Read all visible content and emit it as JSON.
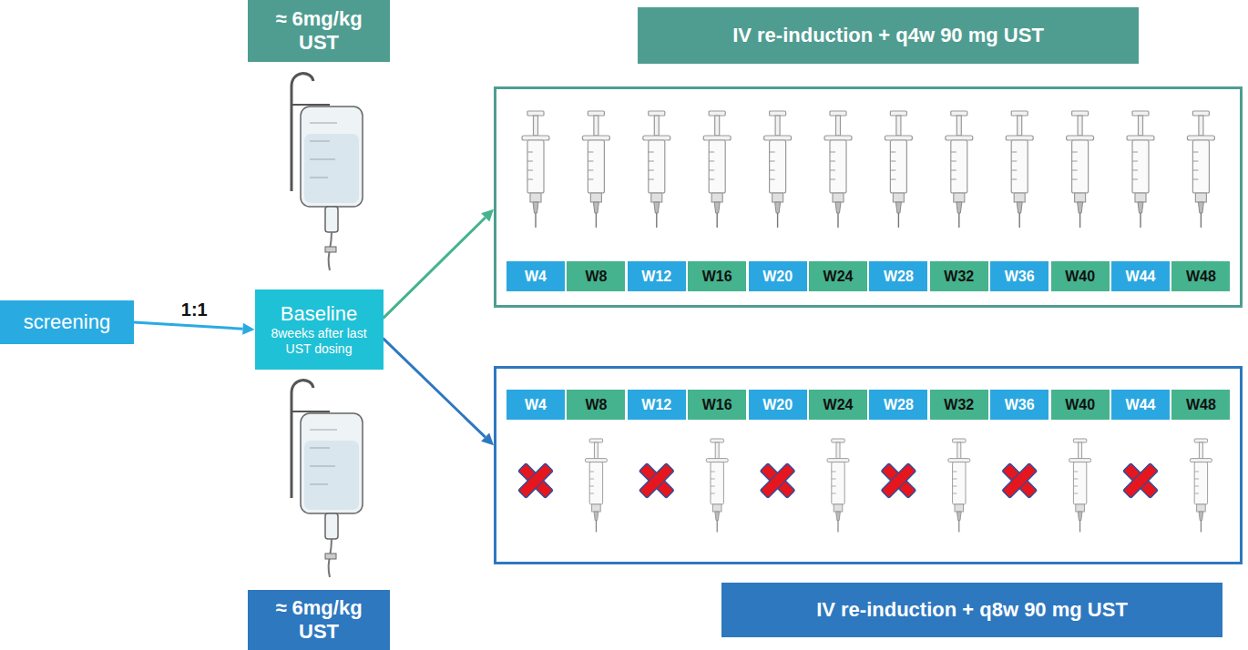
{
  "diagram": {
    "nodes": [
      {
        "text": [
          "≈ 6mg/kg UST"
        ]
      },
      {
        "text": [
          "IV re-induction + q4w 90 mg UST"
        ]
      },
      {
        "text": [
          "W4"
        ],
        "in": 1
      },
      {
        "text": [
          "W8"
        ],
        "in": 1
      },
      {
        "text": [
          "W12"
        ],
        "in": 1
      },
      {
        "text": [
          "W16"
        ],
        "in": 1
      },
      {
        "text": [
          "W20"
        ],
        "in": 1
      },
      {
        "text": [
          "W24"
        ],
        "in": 1
      },
      {
        "text": [
          "W28"
        ],
        "in": 1
      },
      {
        "text": [
          "W32"
        ],
        "in": 1
      },
      {
        "text": [
          "W36"
        ],
        "in": 1
      },
      {
        "text": [
          "W40"
        ],
        "in": 1
      },
      {
        "text": [
          "W44"
        ],
        "in": 1
      },
      {
        "text": [
          "W48"
        ],
        "in": 1
      },
      {
        "text": [
          "screening"
        ]
      },
      {
        "text": [
          "Baseline",
          "8weeks after last UST dosing"
        ]
      },
      {
        "text": [
          "IV re-induction + q8w 90 mg UST"
        ]
      },
      {
        "text": [
          "W4"
        ],
        "in": 16
      },
      {
        "text": [
          "W8"
        ],
        "in": 16
      },
      {
        "text": [
          "W12"
        ],
        "in": 16
      },
      {
        "text": [
          "W16"
        ],
        "in": 16
      },
      {
        "text": [
          "W20"
        ],
        "in": 16
      },
      {
        "text": [
          "W24"
        ],
        "in": 16
      },
      {
        "text": [
          "W28"
        ],
        "in": 16
      },
      {
        "text": [
          "W32"
        ],
        "in": 16
      },
      {
        "text": [
          "W36"
        ],
        "in": 16
      },
      {
        "text": [
          "W40"
        ],
        "in": 16
      },
      {
        "text": [
          "W44"
        ],
        "in": 16
      },
      {
        "text": [
          "W48"
        ],
        "in": 16
      },
      {
        "text": [
          "≈ 6mg/kg UST"
        ]
      }
    ],
    "edges": [
      {
        "from": 14,
        "to": 15,
        "label": "1:1",
        "arrow": "to"
      },
      {
        "from": 15,
        "to": 1,
        "arrow": "to"
      },
      {
        "from": 15,
        "to": 16,
        "arrow": "to"
      }
    ]
  }
}
